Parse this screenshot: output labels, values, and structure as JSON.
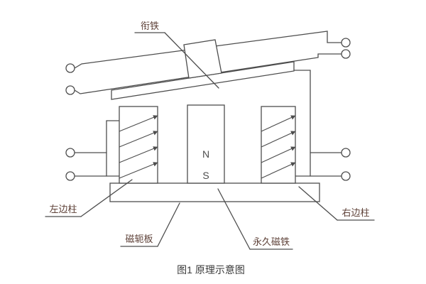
{
  "figure": {
    "caption": "图1 原理示意图",
    "labels": {
      "armature": "衔铁",
      "left_column": "左边柱",
      "yoke_plate": "磁轭板",
      "permanent_magnet": "永久磁铁",
      "right_column": "右边柱"
    },
    "magnet": {
      "north": "N",
      "south": "S"
    },
    "colors": {
      "line": "#4d4d4d",
      "label_text": "#5d4037",
      "caption_text": "#3a3a3a",
      "background": "#ffffff"
    }
  }
}
